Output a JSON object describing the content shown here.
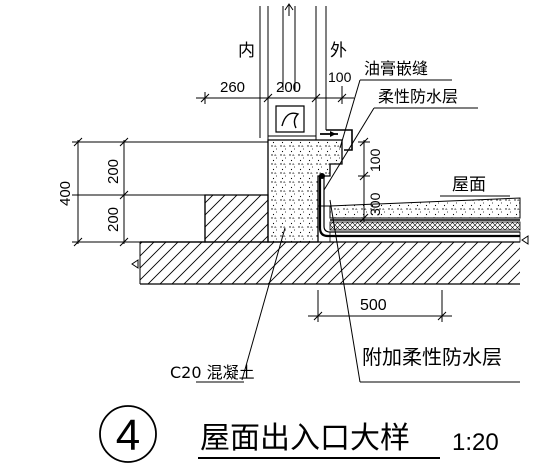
{
  "drawing": {
    "side_inner": "内",
    "side_outer": "外",
    "labels": {
      "sealant_joint": "油膏嵌缝",
      "flexible_waterproof": "柔性防水层",
      "roof_surface": "屋面",
      "concrete": "C20 混凝土",
      "additional_waterproof": "附加柔性防水层"
    },
    "dimensions": {
      "w_260": "260",
      "w_200": "200",
      "w_100_top": "100",
      "h_400": "400",
      "h_200_upper": "200",
      "h_200_lower": "200",
      "h_100_right": "100",
      "h_300_right": "300",
      "w_500": "500"
    }
  },
  "title_block": {
    "detail_number": "4",
    "title": "屋面出入口大样",
    "scale": "1:20"
  }
}
